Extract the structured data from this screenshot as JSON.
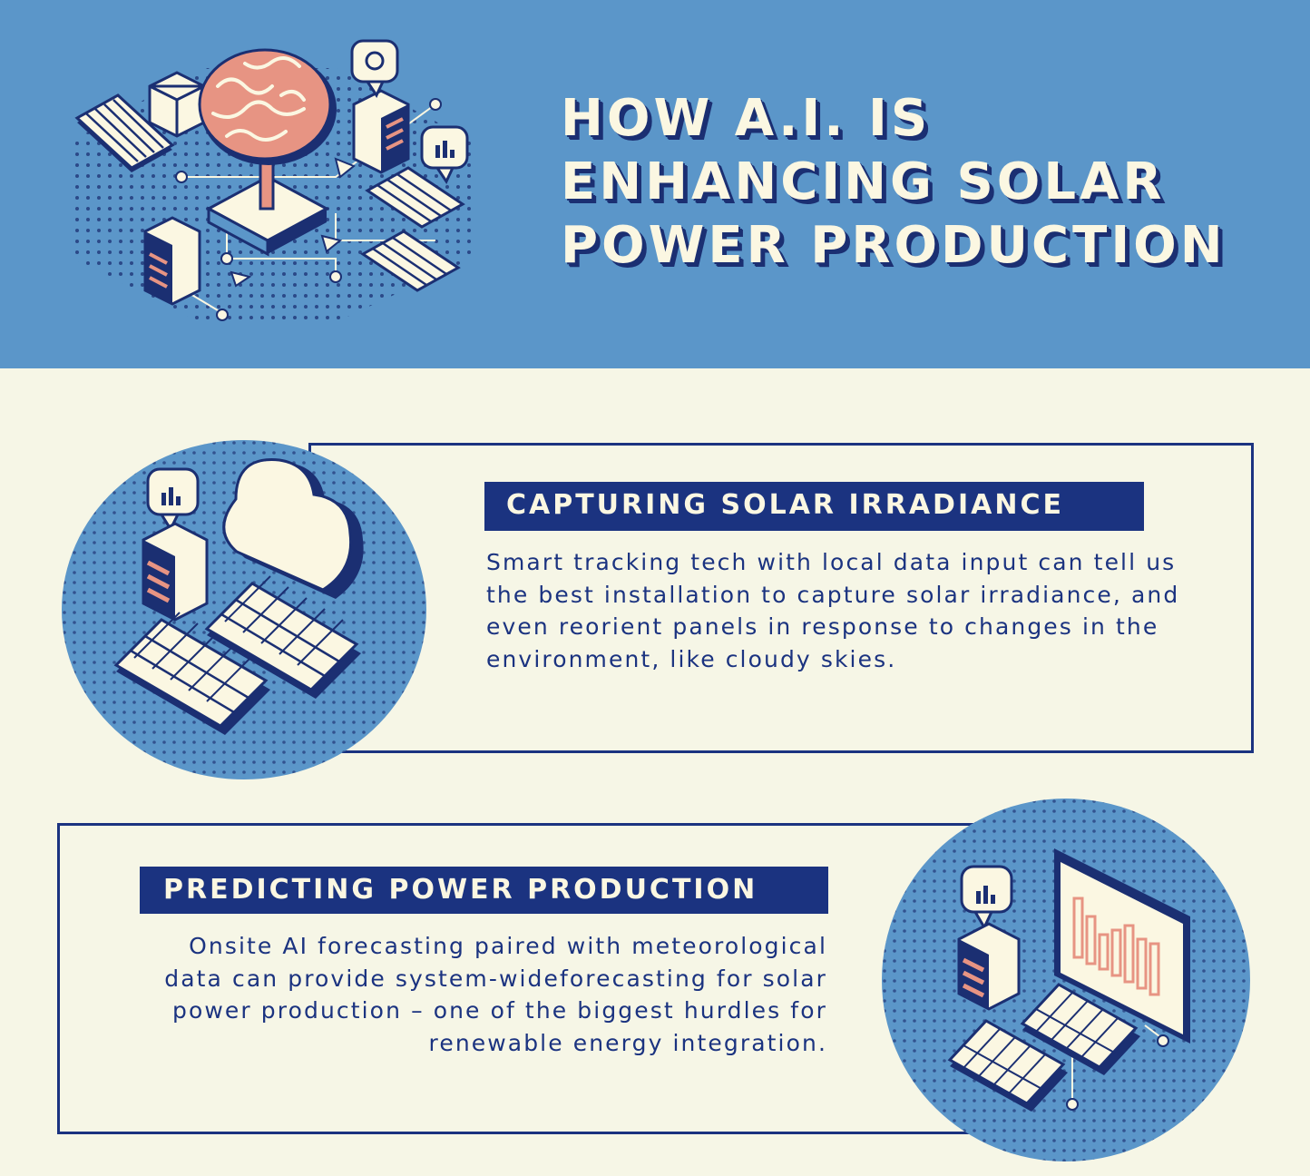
{
  "header": {
    "title_lines": [
      "HOW A.I. IS",
      "ENHANCING SOLAR",
      "POWER PRODUCTION"
    ]
  },
  "sections": [
    {
      "heading": "CAPTURING SOLAR IRRADIANCE",
      "body": "Smart tracking tech with local data input can tell us the best installation to capture solar irradiance, and even reorient panels in response to changes in the environment, like cloudy skies."
    },
    {
      "heading": "PREDICTING POWER PRODUCTION",
      "body": "Onsite AI forecasting paired with meteorological data can provide system-wideforecasting for solar power production – one of the biggest hurdles for renewable energy integration."
    }
  ],
  "colors": {
    "header_bg": "#5b96c9",
    "page_bg": "#f6f6e6",
    "navy": "#1b3380",
    "cream": "#fbf7e2",
    "salmon": "#e79483"
  },
  "icons": [
    "brain-icon",
    "server-icon",
    "solar-panel-icon",
    "chat-bubble-icon",
    "cloud-icon",
    "monitor-chart-icon"
  ]
}
